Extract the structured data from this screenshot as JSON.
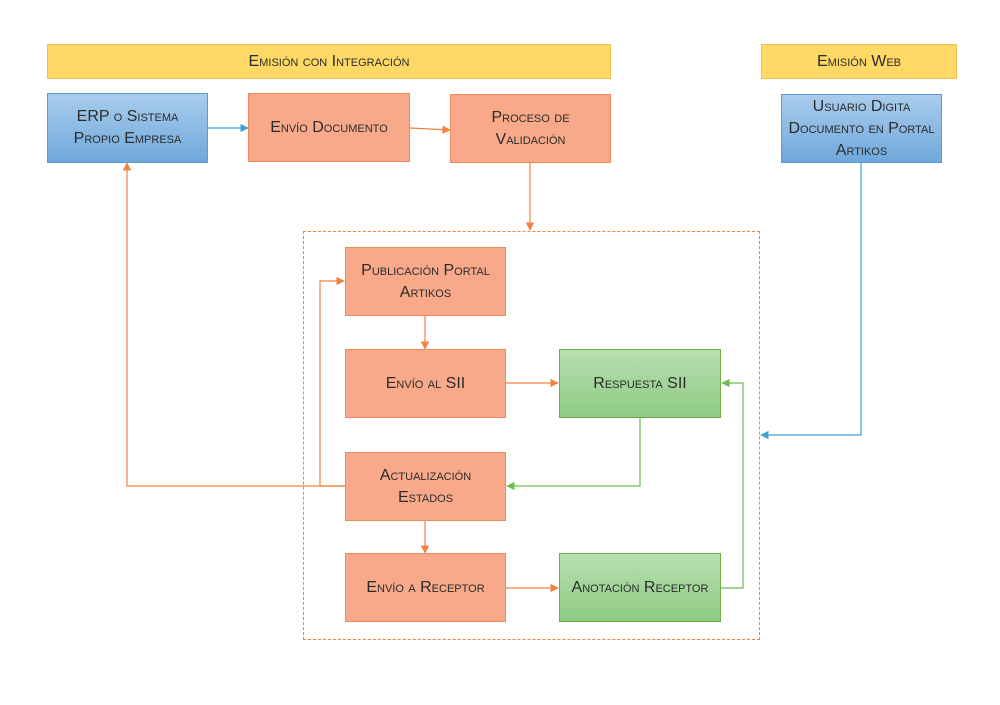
{
  "colors": {
    "header_fill": "#ffd966",
    "blue_fill": "#6fa8dc",
    "orange_fill": "#f8a98a",
    "green_fill": "#8fcb84",
    "orange_line": "#f4813f",
    "blue_line": "#3fa0d8",
    "green_line": "#6bbf4e"
  },
  "headers": {
    "integracion": "Emisión con Integración",
    "web": "Emisión Web"
  },
  "nodes": {
    "erp": "ERP o Sistema Propio Empresa",
    "envio_documento": "Envío Documento",
    "proceso_validacion": "Proceso de Validación",
    "usuario_digita": "Usuario Digita Documento en Portal Artikos",
    "publicacion_portal": "Publicación Portal Artikos",
    "envio_sii": "Envío al SII",
    "respuesta_sii": "Respuesta SII",
    "actualizacion_estados": "Actualización Estados",
    "envio_receptor": "Envío a Receptor",
    "anotacion_receptor": "Anotación Receptor"
  }
}
